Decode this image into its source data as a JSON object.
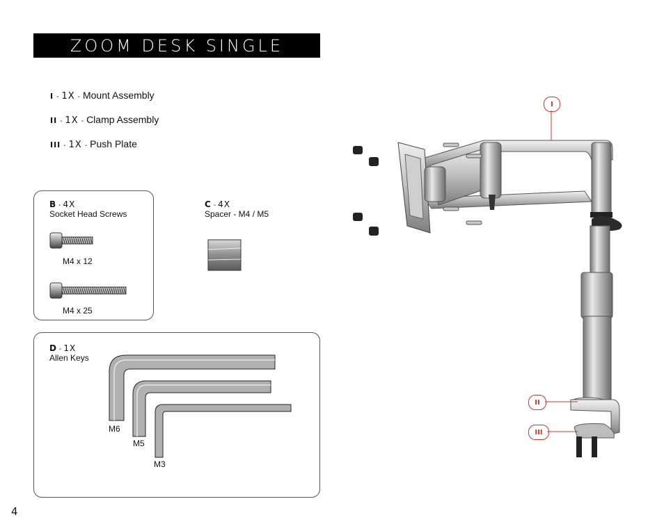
{
  "title": "ZOOM DESK SINGLE",
  "parts": [
    {
      "num": "I",
      "qty": "1X",
      "name": "Mount Assembly"
    },
    {
      "num": "II",
      "qty": "1X",
      "name": "Clamp Assembly"
    },
    {
      "num": "III",
      "qty": "1X",
      "name": "Push Plate"
    }
  ],
  "hardware_b": {
    "letter": "B",
    "qty": "4X",
    "name": "Socket Head Screws",
    "sizes": [
      "M4 x 12",
      "M4 x 25"
    ]
  },
  "hardware_c": {
    "letter": "C",
    "qty": "4X",
    "name": "Spacer - M4 / M5"
  },
  "hardware_d": {
    "letter": "D",
    "qty": "1X",
    "name": "Allen Keys",
    "sizes": [
      "M6",
      "M5",
      "M3"
    ]
  },
  "callouts": [
    "I",
    "II",
    "III"
  ],
  "callout_color": "#d0342c",
  "page_number": "4"
}
